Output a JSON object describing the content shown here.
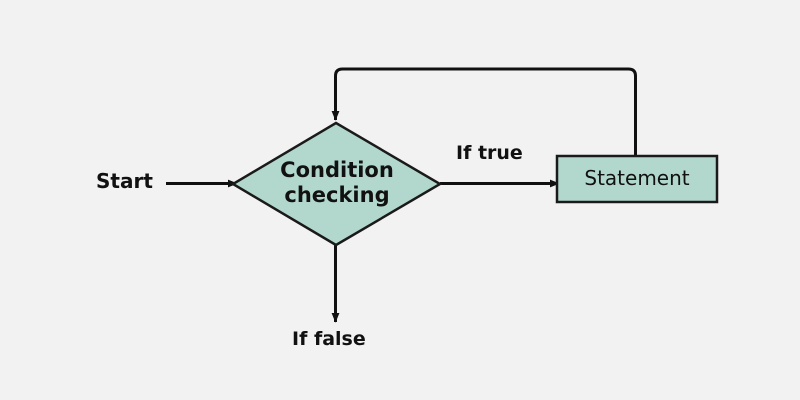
{
  "diagram": {
    "title": "Condition checking loop flowchart",
    "background_color": "#f2f2f2",
    "node_fill_color": "#b2d8cd",
    "stroke_color": "#1a1a1a",
    "text_color": "#111111",
    "nodes": [
      {
        "id": "start",
        "shape": "text",
        "label": "Start"
      },
      {
        "id": "condition",
        "shape": "diamond",
        "label_line1": "Condition",
        "label_line2": "checking"
      },
      {
        "id": "statement",
        "shape": "rectangle",
        "label": "Statement"
      },
      {
        "id": "if-false-terminal",
        "shape": "text",
        "label": "If false"
      }
    ],
    "edges": [
      {
        "id": "start-to-condition",
        "from": "start",
        "to": "condition",
        "label": "",
        "arrow": true
      },
      {
        "id": "condition-to-statement",
        "from": "condition",
        "to": "statement",
        "label": "If true",
        "arrow": true
      },
      {
        "id": "statement-to-condition-loop",
        "from": "statement",
        "to": "condition",
        "label": "",
        "arrow": true
      },
      {
        "id": "condition-to-false",
        "from": "condition",
        "to": "if-false-terminal",
        "label": "If false",
        "arrow": true
      }
    ],
    "labels": {
      "start": "Start",
      "condition_line1": "Condition",
      "condition_line2": "checking",
      "if_true": "If true",
      "statement": "Statement",
      "if_false": "If false"
    }
  }
}
